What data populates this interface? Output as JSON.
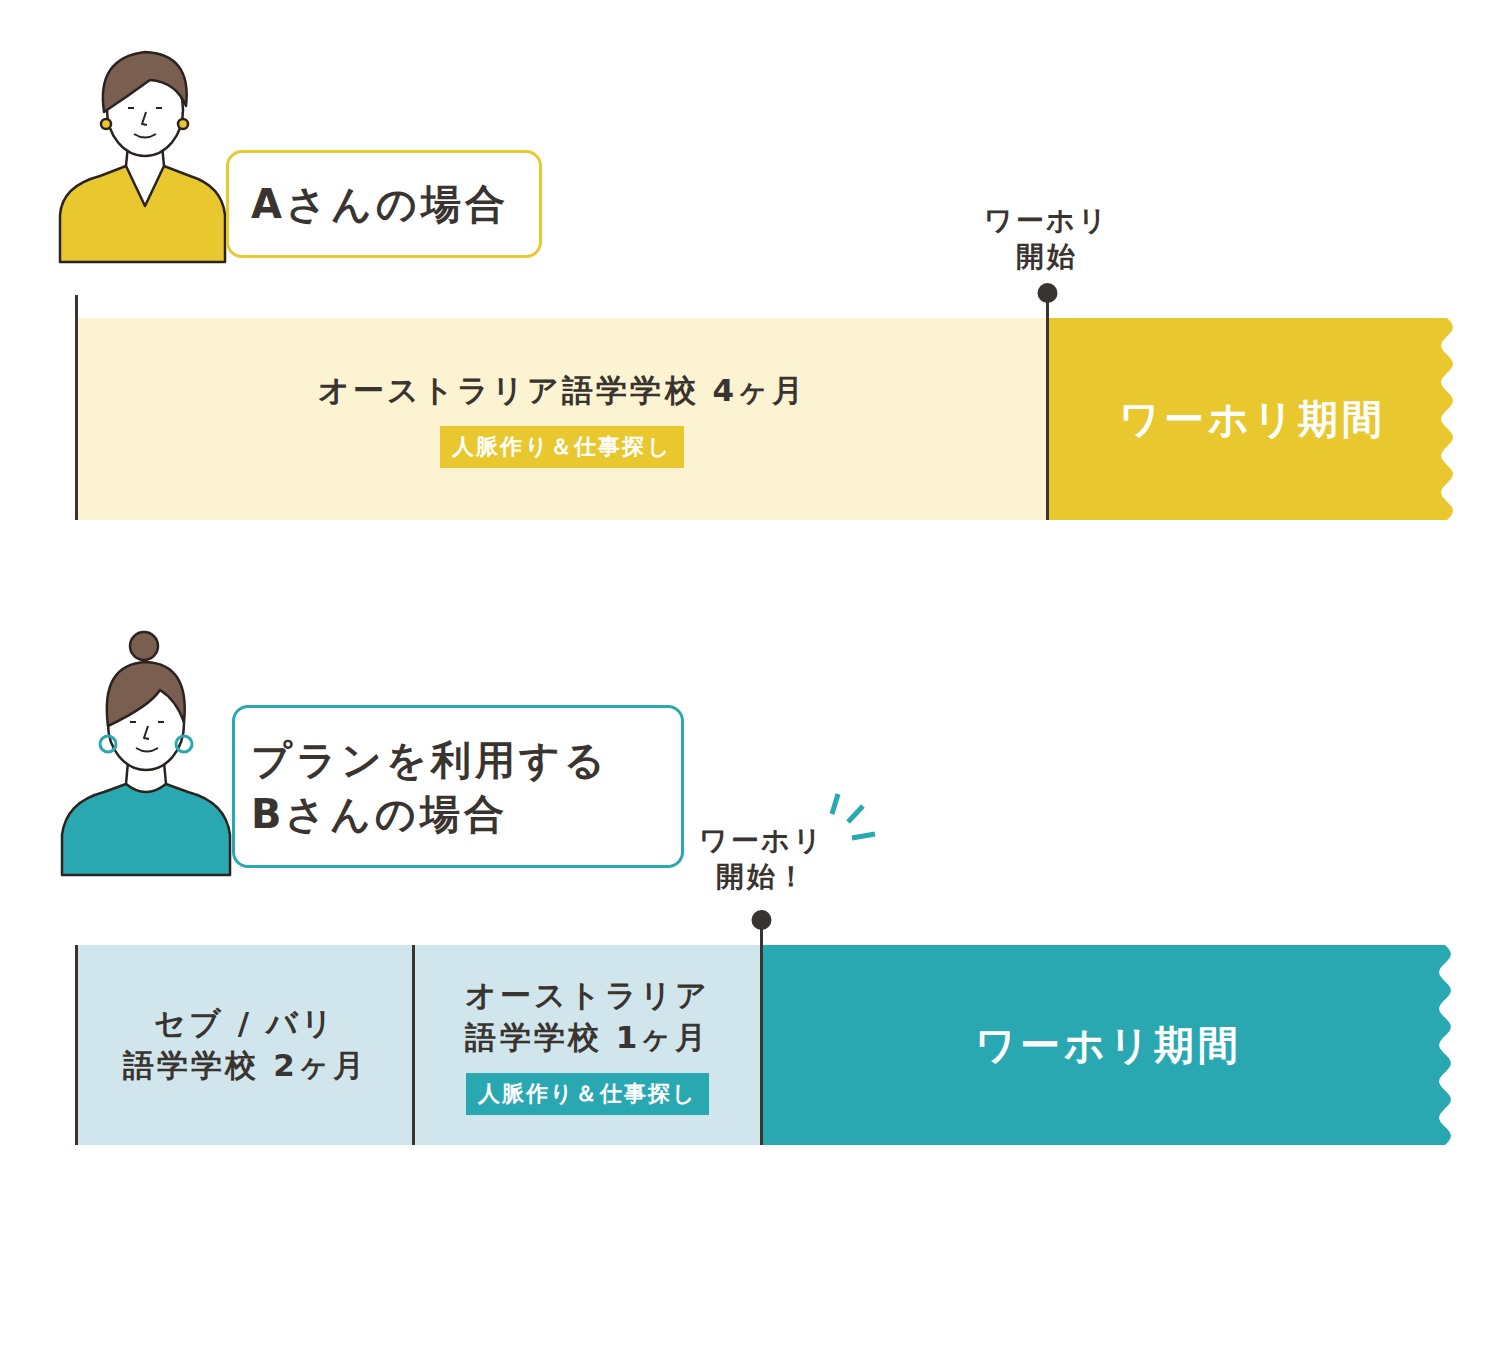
{
  "diagram": {
    "nodes": [
      {
        "text": [
          "Aさんの場合"
        ]
      },
      {
        "text": [
          "オーストラリア語学学校 4ヶ月"
        ]
      },
      {
        "text": [
          "人脈作り＆仕事探し"
        ],
        "in": 1
      },
      {
        "text": [
          "ワーホリ期間"
        ]
      },
      {
        "text": [
          "プランを利用する Bさんの場合"
        ]
      },
      {
        "text": [
          "セブ / バリ 語学学校 2ヶ月"
        ]
      },
      {
        "text": [
          "オーストラリア 語学学校 1ヶ月"
        ]
      },
      {
        "text": [
          "人脈作り＆仕事探し"
        ],
        "in": 6
      },
      {
        "text": [
          "ワーホリ期間"
        ]
      }
    ],
    "labels": [
      "ワーホリ 開始",
      "ワーホリ 開始！"
    ]
  }
}
